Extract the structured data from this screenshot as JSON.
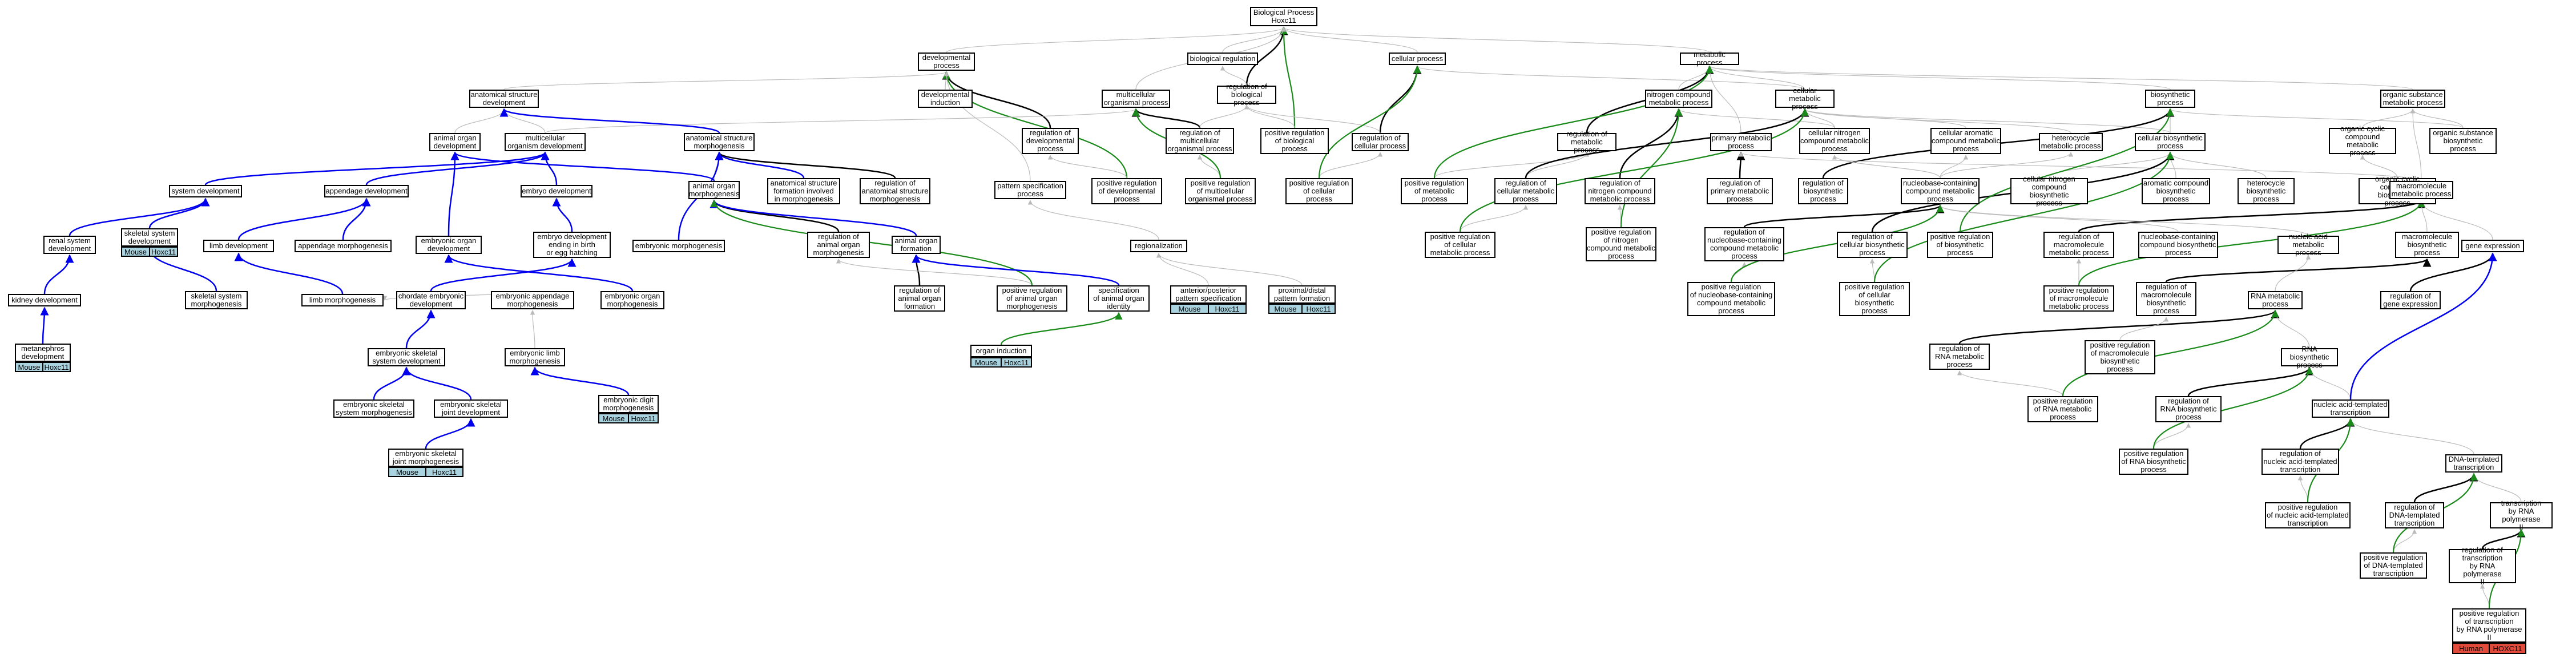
{
  "colors": {
    "edge_is_a": "#bbbbbb",
    "edge_part_of": "#0000ee",
    "edge_regulates": "#000000",
    "edge_positively_regulates": "#1a8a1a",
    "mouse_annotation": "#a9d3df",
    "human_annotation": "#e04b3b"
  },
  "nodes": {
    "n_bp": "Biological Process\nHoxc11",
    "n_dev": "developmental\nprocess",
    "n_bioreg": "biological regulation",
    "n_regbp": "regulation of\nbiological process",
    "n_cellp": "cellular process",
    "n_metab": "metabolic process",
    "n_devind": "developmental\ninduction",
    "n_anatdev": "anatomical structure\ndevelopment",
    "n_multi": "multicellular\norganismal process",
    "n_regmulti": "regulation of\nmulticellular\norganismal process",
    "n_posregbp": "positive regulation\nof biological\nprocess",
    "n_regcell": "regulation of\ncellular process",
    "n_nitro": "nitrogen compound\nmetabolic process",
    "n_cellmet": "cellular metabolic\nprocess",
    "n_biosyn": "biosynthetic\nprocess",
    "n_orgsub": "organic substance\nmetabolic process",
    "n_organdev": "animal organ\ndevelopment",
    "n_multidev": "multicellular\norganism development",
    "n_anatmorph": "anatomical structure\nmorphogenesis",
    "n_regdev": "regulation of\ndevelopmental\nprocess",
    "n_posregmulti": "positive regulation\nof multicellular\norganismal process",
    "n_regmet": "regulation of\nmetabolic process",
    "n_primmet": "primary metabolic\nprocess",
    "n_cellnitro": "cellular nitrogen\ncompound metabolic\nprocess",
    "n_cellarom": "cellular aromatic\ncompound metabolic\nprocess",
    "n_hetero": "heterocycle\nmetabolic process",
    "n_cellbiosyn": "cellular biosynthetic\nprocess",
    "n_orgcyc": "organic cyclic\ncompound metabolic\nprocess",
    "n_orgsubbio": "organic substance\nbiosynthetic\nprocess",
    "n_sysdev": "system development",
    "n_appdev": "appendage development",
    "n_embdev": "embryo development",
    "n_organmorph": "animal organ\nmorphogenesis",
    "n_anatinv": "anatomical structure\nformation involved\nin morphogenesis",
    "n_reganat": "regulation of\nanatomical structure\nmorphogenesis",
    "n_patspec": "pattern specification\nprocess",
    "n_posregdev": "positive regulation\nof developmental\nprocess",
    "n_posregcell": "positive regulation\nof cellular\nprocess",
    "n_posregmet": "positive regulation\nof metabolic\nprocess",
    "n_regcellmet": "regulation of\ncellular metabolic\nprocess",
    "n_regnitro": "regulation of\nnitrogen compound\nmetabolic process",
    "n_regprim": "regulation of\nprimary metabolic\nprocess",
    "n_regbiosyn": "regulation of\nbiosynthetic\nprocess",
    "n_nucleob": "nucleobase-containing\ncompound metabolic\nprocess",
    "n_cellnitrobio": "cellular nitrogen\ncompound biosynthetic\nprocess",
    "n_aromatic": "aromatic compound\nbiosynthetic\nprocess",
    "n_heterobio": "heterocycle\nbiosynthetic\nprocess",
    "n_orgcycbio": "organic cyclic\ncompound biosynthetic\nprocess",
    "n_macromet": "macromolecule\nmetabolic process",
    "n_renal": "renal system\ndevelopment",
    "n_skelsys": "skeletal system\ndevelopment",
    "n_limbdev": "limb development",
    "n_appmorph": "appendage morphogenesis",
    "n_emborg": "embryonic organ\ndevelopment",
    "n_embend": "embryo development\nending in birth\nor egg hatching",
    "n_embmorph": "embryonic morphogenesis",
    "n_regorganmorph": "regulation of\nanimal organ\nmorphogenesis",
    "n_organform": "animal organ\nformation",
    "n_regional": "regionalization",
    "n_posregcellmet": "positive regulation\nof cellular\nmetabolic process",
    "n_posregnitro": "positive regulation\nof nitrogen\ncompound metabolic\nprocess",
    "n_regnucleob": "regulation of\nnucleobase-containing\ncompound metabolic\nprocess",
    "n_regcellbio": "regulation of\ncellular biosynthetic\nprocess",
    "n_posregbio": "positive regulation\nof biosynthetic\nprocess",
    "n_regmacro": "regulation of\nmacromolecule\nmetabolic process",
    "n_nucleobbio": "nucleobase-containing\ncompound biosynthetic\nprocess",
    "n_nucacid": "nucleic acid\nmetabolic process",
    "n_macrobio": "macromolecule\nbiosynthetic\nprocess",
    "n_geneexp": "gene expression",
    "n_kidney": "kidney development",
    "n_skelmorph": "skeletal system\nmorphogenesis",
    "n_limbmorph": "limb morphogenesis",
    "n_chordata": "chordate embryonic\ndevelopment",
    "n_embapp": "embryonic appendage\nmorphogenesis",
    "n_emborgmorph": "embryonic organ\nmorphogenesis",
    "n_regorganform": "regulation of\nanimal organ\nformation",
    "n_posregorganmorph": "positive regulation\nof animal organ\nmorphogenesis",
    "n_specorgan": "specification\nof animal organ\nidentity",
    "n_antpost": "anterior/posterior\npattern specification",
    "n_proxdist": "proximal/distal\npattern formation",
    "n_posregnucleob": "positive regulation\nof nucleobase-containing\ncompound metabolic\nprocess",
    "n_posregcellbio": "positive regulation\nof cellular\nbiosynthetic\nprocess",
    "n_posregmacromet": "positive regulation\nof macromolecule\nmetabolic process",
    "n_regmacrobio": "regulation of\nmacromolecule\nbiosynthetic\nprocess",
    "n_rnamet": "RNA metabolic\nprocess",
    "n_reggene": "regulation of\ngene expression",
    "n_metaneph": "metanephros\ndevelopment",
    "n_embskeldev": "embryonic skeletal\nsystem development",
    "n_emblimb": "embryonic limb\nmorphogenesis",
    "n_organind": "organ induction",
    "n_regrnamet": "regulation of\nRNA metabolic\nprocess",
    "n_posregmacrobio": "positive regulation\nof macromolecule\nbiosynthetic\nprocess",
    "n_rnabio": "RNA biosynthetic\nprocess",
    "n_embskelmorph": "embryonic skeletal\nsystem morphogenesis",
    "n_embjoint": "embryonic skeletal\njoint development",
    "n_digit": "embryonic digit\nmorphogenesis",
    "n_posregrnamet": "positive regulation\nof RNA metabolic\nprocess",
    "n_regrnabio": "regulation of\nRNA biosynthetic\nprocess",
    "n_nucacidtx": "nucleic acid-templated\ntranscription",
    "n_jointmorph": "embryonic skeletal\njoint morphogenesis",
    "n_posregrnabio": "positive regulation\nof RNA biosynthetic\nprocess",
    "n_regnucacidtx": "regulation of\nnucleic acid-templated\ntranscription",
    "n_dnatx": "DNA-templated\ntranscription",
    "n_posregnucacidtx": "positive regulation\nof nucleic acid-templated\ntranscription",
    "n_regdnatx": "regulation of\nDNA-templated\ntranscription",
    "n_txpol2": "transcription\nby RNA polymerase\nII",
    "n_posregdnatx": "positive regulation\nof DNA-templated\ntranscription",
    "n_regtxpol2": "regulation of\ntranscription\nby RNA polymerase\nII",
    "n_posregtxpol2": "positive regulation\nof transcription\nby RNA polymerase\nII"
  },
  "annotations": {
    "a_skelsys": [
      "Mouse",
      "Hoxc11"
    ],
    "a_metaneph": [
      "Mouse",
      "Hoxc11"
    ],
    "a_jointmorph": [
      "Mouse",
      "Hoxc11"
    ],
    "a_digit": [
      "Mouse",
      "Hoxc11"
    ],
    "a_organind": [
      "Mouse",
      "Hoxc11"
    ],
    "a_antpost": [
      "Mouse",
      "Hoxc11"
    ],
    "a_proxdist": [
      "Mouse",
      "Hoxc11"
    ],
    "a_posregtxpol2": [
      "Human",
      "HOXC11"
    ]
  }
}
